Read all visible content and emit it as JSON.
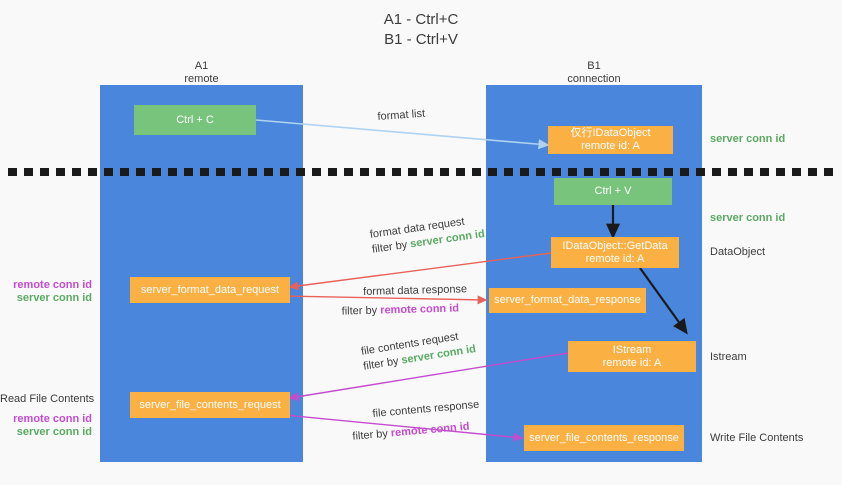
{
  "title": {
    "line1": "A1 - Ctrl+C",
    "line2": "B1 - Ctrl+V"
  },
  "columns": [
    {
      "name": "A1",
      "role": "remote"
    },
    {
      "name": "B1",
      "role": "connection"
    }
  ],
  "nodes": {
    "ctrl_c": "Ctrl + C",
    "ctrl_v": "Ctrl + V",
    "idataobject_line1": "仅行IDataObject",
    "idataobject_line2": "remote id: A",
    "getdata_line1": "IDataObject::GetData",
    "getdata_line2": "remote id: A",
    "istream_line1": "IStream",
    "istream_line2": "remote id: A",
    "server_format_data_request": "server_format_data_request",
    "server_format_data_response": "server_format_data_response",
    "server_file_contents_request": "server_file_contents_request",
    "server_file_contents_response": "server_file_contents_response"
  },
  "annotations": {
    "format_list": "format list",
    "format_data_request": "format data request",
    "format_data_response": "format data response",
    "file_contents_request": "file contents request",
    "file_contents_response": "file contents response",
    "filter_by": "filter by",
    "server_conn_id": "server conn id",
    "remote_conn_id": "remote conn id"
  },
  "right_labels": {
    "server_conn_id_top": "server conn id",
    "server_conn_id_mid": "server conn id",
    "dataobject": "DataObject",
    "istream": "Istream",
    "write_file_contents": "Write File Contents"
  },
  "left_labels": {
    "remote_conn_id_1": "remote conn id",
    "server_conn_id_1": "server conn id",
    "read_file_contents": "Read File Contents",
    "remote_conn_id_2": "remote conn id",
    "server_conn_id_2": "server conn id"
  },
  "colors": {
    "lane": "#4a86db",
    "green_node": "#78c47c",
    "orange_node": "#fbb043",
    "green_text": "#5aab62",
    "purple_text": "#c44ccf",
    "arrow_blue": "#aed2f0",
    "arrow_red": "#e8625a",
    "arrow_purple": "#c44ccf",
    "arrow_black": "#1a1a1a",
    "background": "#f9f9f9"
  }
}
